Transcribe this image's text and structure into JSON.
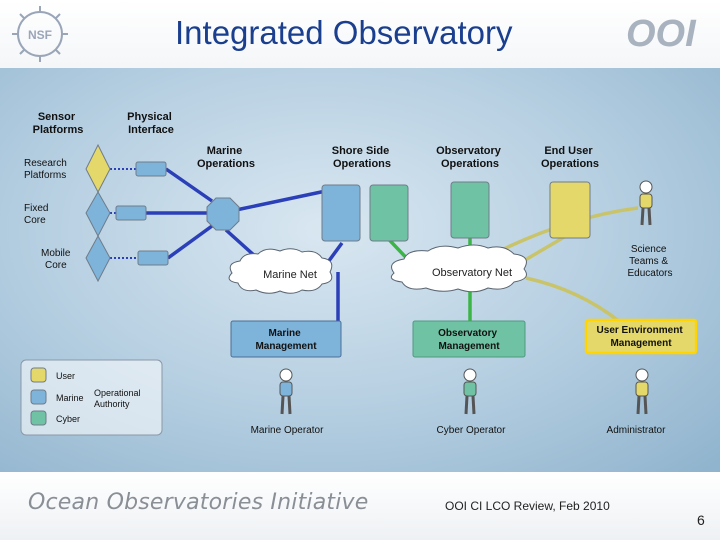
{
  "slide": {
    "title": "Integrated Observatory",
    "footer_org": "Ocean Observatories Initiative",
    "footer_review": "OOI CI LCO Review, Feb 2010",
    "page_number": "6",
    "logo_left": "NSF",
    "logo_right": "OOI"
  },
  "diagram": {
    "col_sensor": [
      "Sensor",
      "Platforms"
    ],
    "col_physical": [
      "Physical",
      "Interface"
    ],
    "platforms": [
      [
        "Research",
        "Platforms"
      ],
      [
        "Fixed",
        "Core"
      ],
      [
        "Mobile",
        "Core"
      ]
    ],
    "ops": {
      "marine": [
        "Marine",
        "Operations"
      ],
      "shore": [
        "Shore Side",
        "Operations"
      ],
      "observatory": [
        "Observatory",
        "Operations"
      ],
      "end_user": [
        "End User",
        "Operations"
      ]
    },
    "networks": {
      "marine": "Marine Net",
      "observatory": "Observatory Net"
    },
    "management": {
      "marine": [
        "Marine",
        "Management"
      ],
      "observatory": [
        "Observatory",
        "Management"
      ],
      "user_env": [
        "User Environment",
        "Management"
      ]
    },
    "people": {
      "science": [
        "Science",
        "Teams &",
        "Educators"
      ],
      "marine_operator": "Marine Operator",
      "cyber_operator": "Cyber Operator",
      "administrator": "Administrator"
    },
    "legend": {
      "user": "User",
      "marine": "Marine",
      "cyber": "Cyber",
      "operational_authority": [
        "Operational",
        "Authority"
      ]
    },
    "colors": {
      "yellow": "#e4d86a",
      "blue": "#7eb3da",
      "green": "#6fc2a4",
      "line_blue": "#2a3fb8",
      "line_green": "#3bb546",
      "line_yellow": "#c9c46a",
      "highlight_border": "#ffd400"
    }
  }
}
